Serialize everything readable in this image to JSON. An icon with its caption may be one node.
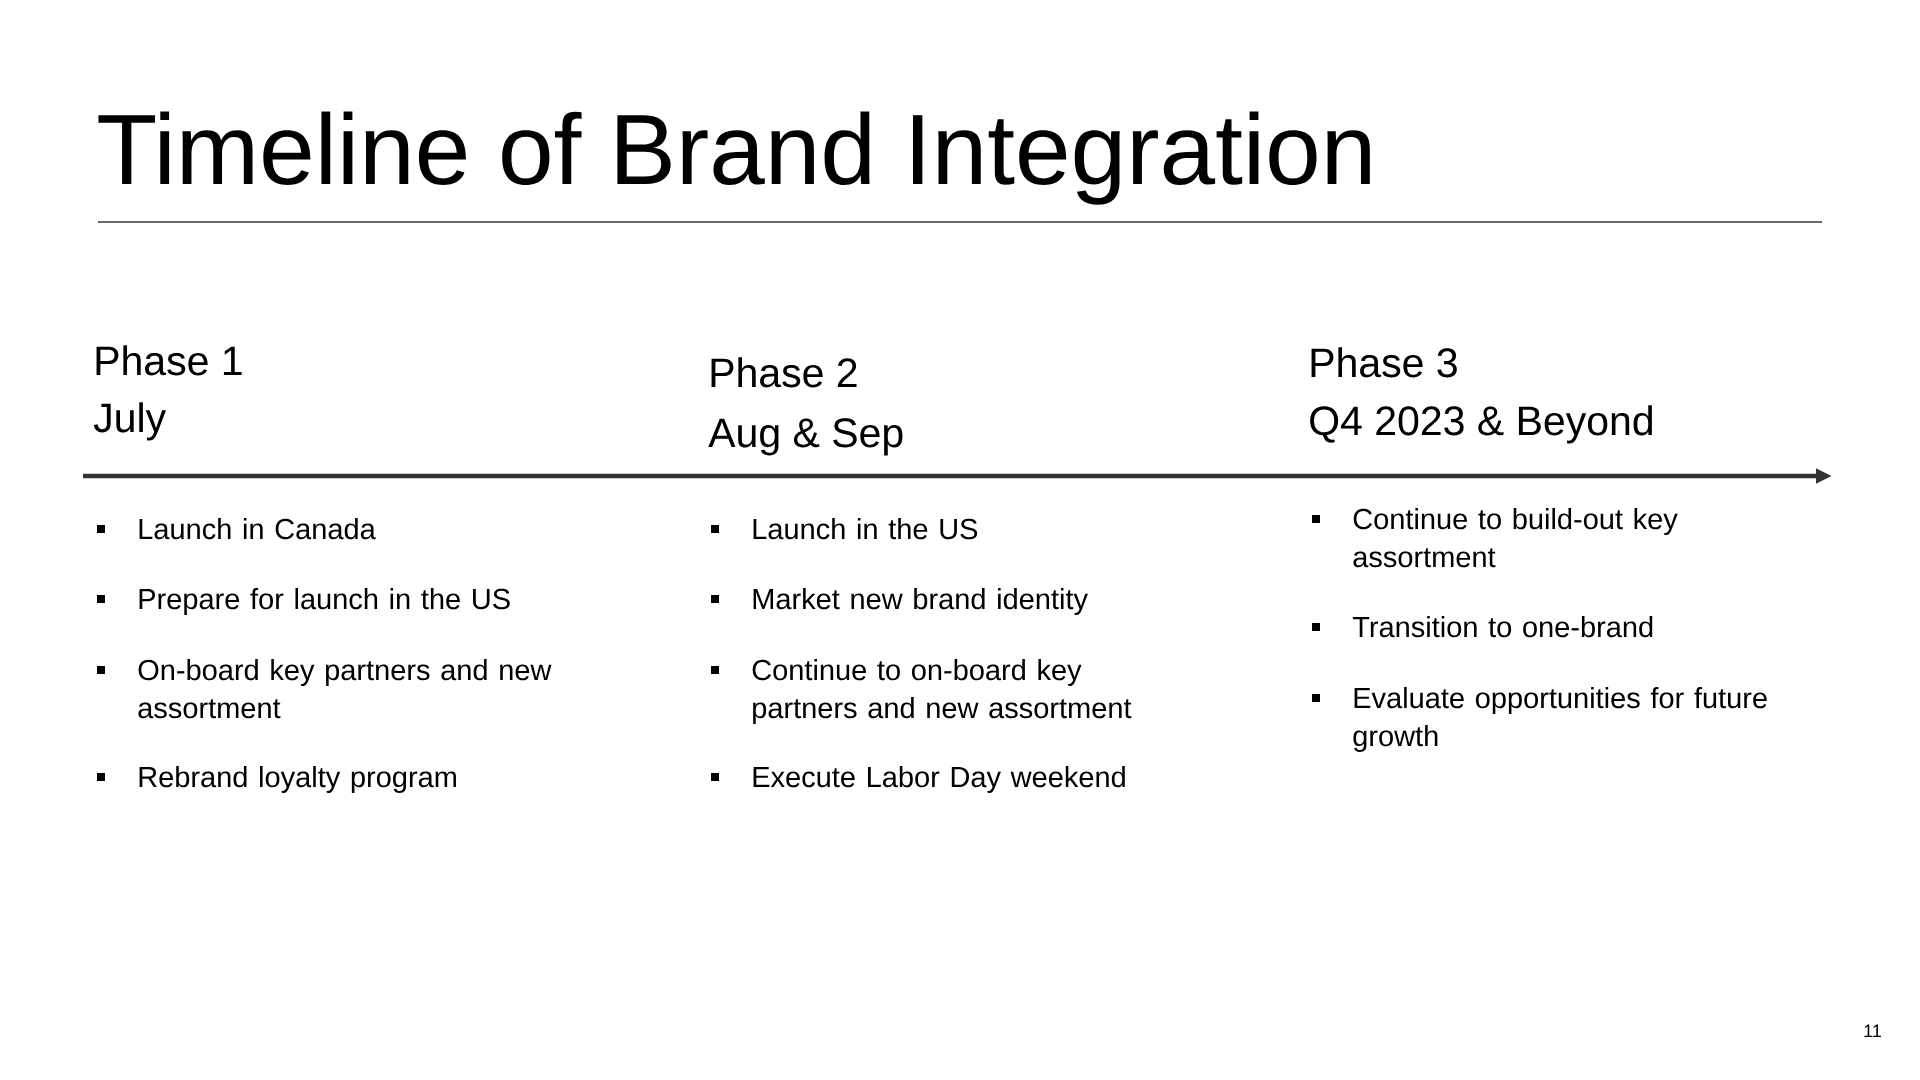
{
  "diagram": {
    "title": "Timeline of Brand Integration",
    "labels": [
      "Phase 1",
      "July",
      "Phase 2",
      "Aug & Sep",
      "Phase 3",
      "Q4 2023 & Beyond",
      "Launch in Canada",
      "Prepare for launch in the US",
      "On-board key partners and new assortment",
      "Rebrand loyalty program",
      "Launch in the US",
      "Market new brand identity",
      "Continue to on-board key partners and new assortment",
      "Execute Labor Day weekend",
      "Continue to build-out key assortment",
      "Transition to one-brand",
      "Evaluate opportunities for future growth",
      "11"
    ]
  }
}
